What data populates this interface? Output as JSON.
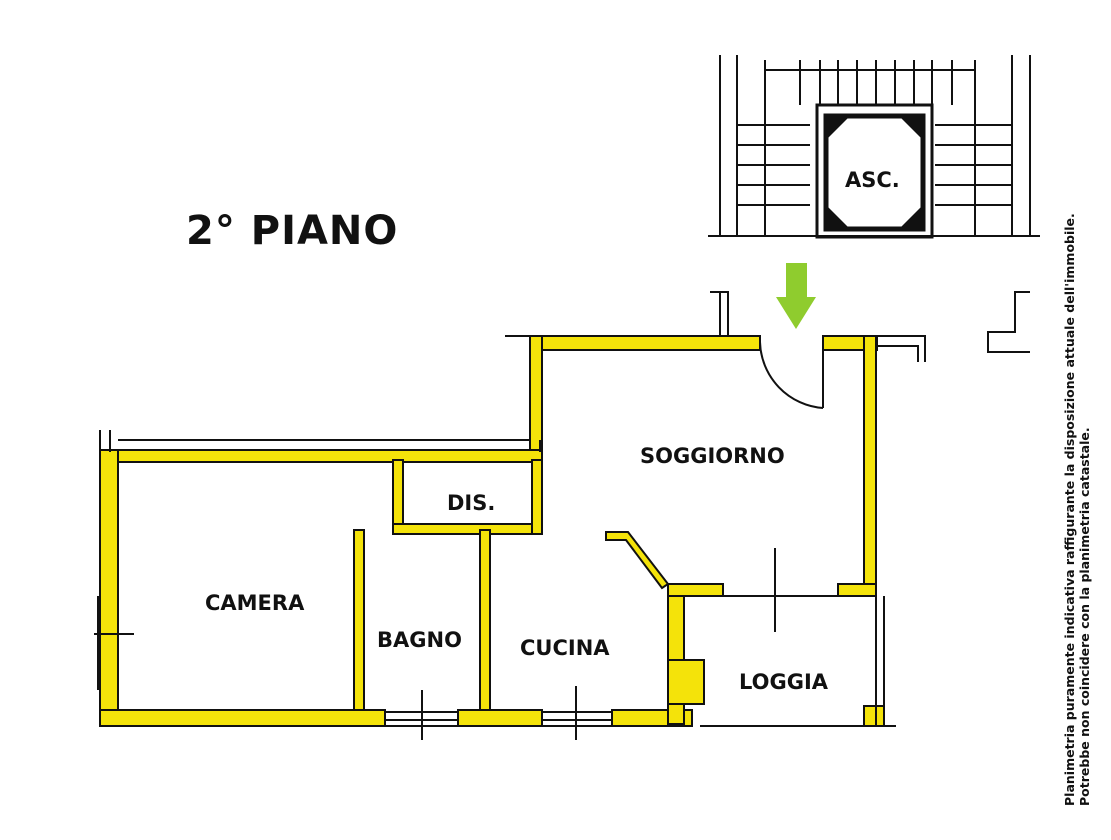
{
  "floor_title": "2° PIANO",
  "rooms": {
    "asc": "ASC.",
    "soggiorno": "SOGGIORNO",
    "dis": "DIS.",
    "camera": "CAMERA",
    "bagno": "BAGNO",
    "cucina": "CUCINA",
    "loggia": "LOGGIA"
  },
  "disclaimer": {
    "line1": "Planimetria puramente indicativa raffigurante la disposizione attuale dell'immobile.",
    "line2": "Potrebbe non coincidere con la planimetria catastale."
  },
  "colors": {
    "wall_fill": "#f4e30a",
    "line": "#111111",
    "entrance_arrow": "#8fcc2e"
  },
  "icons": [
    "entrance-arrow-icon",
    "door-swing-icon"
  ]
}
